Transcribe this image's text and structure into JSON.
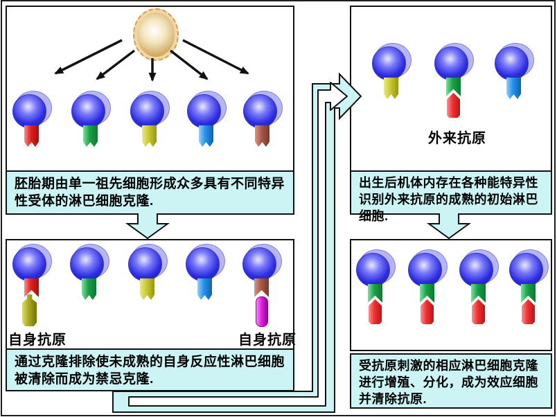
{
  "captions": {
    "top_left": "胚胎期由单一祖先细胞形成众多具有不同特异性受体的淋巴细胞克隆.",
    "bottom_left": "通过克隆排除使未成熟的自身反应性淋巴细胞被清除而成为禁忌克隆.",
    "top_right": "出生后机体内存在各种能特异性识别外来抗原的成熟的初始淋巴细胞.",
    "bottom_right": "受抗原刺激的相应淋巴细胞克隆进行增殖、分化，成为效应细胞并清除抗原."
  },
  "labels": {
    "self_antigen_left": "自身抗原",
    "self_antigen_right": "自身抗原",
    "foreign_antigen": "外来抗原"
  },
  "panels": {
    "top_left": {
      "description_items": [
        "progenitor-cell",
        "five-lymphocytes"
      ],
      "receptors": [
        "red",
        "green",
        "yellow",
        "blue",
        "maroon"
      ]
    },
    "bottom_left": {
      "receptors": [
        "red+olive_antigen",
        "green",
        "yellow",
        "blue",
        "maroon+magenta_antigen"
      ]
    },
    "top_right": {
      "receptors": [
        "yellow",
        "green+red_antigen",
        "blue"
      ]
    },
    "bottom_right": {
      "receptors": [
        "green+red_antigen",
        "green+red_antigen",
        "green+red_antigen",
        "green+red_antigen"
      ]
    }
  },
  "colors": {
    "caption_bg": "#cdf4f4",
    "connector_arrow": "#cdf4f4",
    "cell_body": "#2d2de0",
    "cell_halo": "#b6b6f4",
    "progenitor_body": "#cfa95e",
    "receptor_red": "#e02020",
    "receptor_green": "#18a045",
    "receptor_yellow": "#c8c832",
    "receptor_blue": "#2590e8",
    "receptor_maroon": "#a85848",
    "antigen_red": "#ee3030",
    "antigen_olive": "#a8a820",
    "antigen_magenta": "#dd22dd"
  }
}
